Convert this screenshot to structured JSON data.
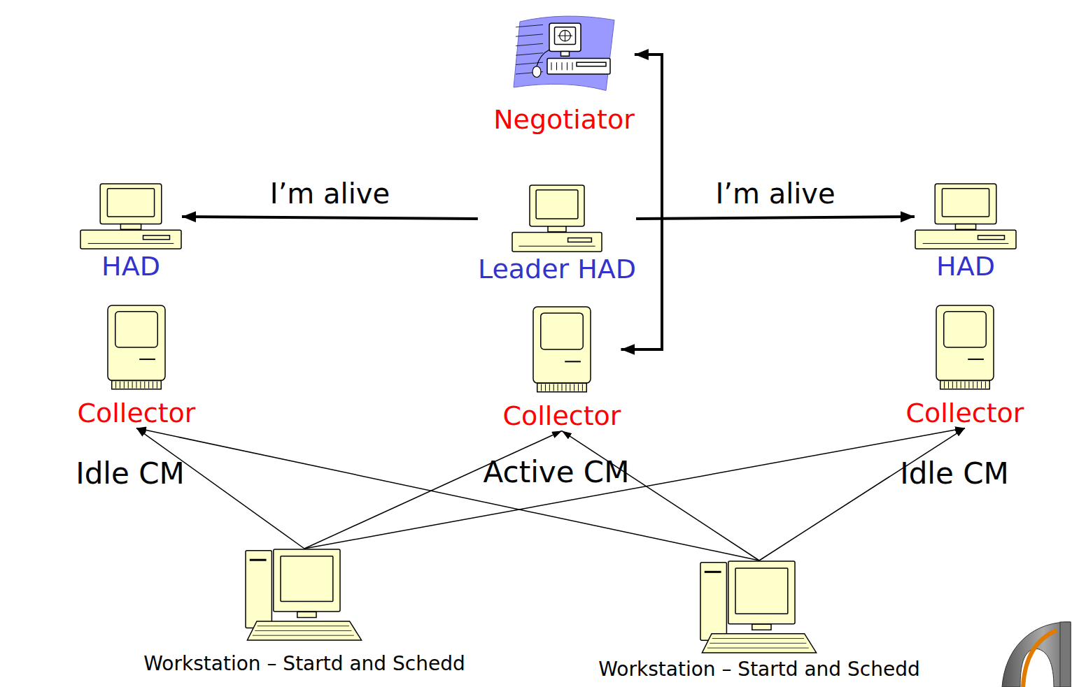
{
  "diagram": {
    "nodes": [
      {
        "text": [
          "Idle CM"
        ]
      },
      {
        "text": [
          "HAD"
        ],
        "in": 0
      },
      {
        "text": [
          "Collector"
        ],
        "in": 0
      },
      {
        "text": [
          "Active CM"
        ]
      },
      {
        "text": [
          "Negotiator"
        ],
        "in": 3
      },
      {
        "text": [
          "Leader HAD"
        ],
        "in": 3
      },
      {
        "text": [
          "Collector"
        ],
        "in": 3
      },
      {
        "text": [
          "Idle CM"
        ]
      },
      {
        "text": [
          "HAD"
        ],
        "in": 7
      },
      {
        "text": [
          "Collector"
        ],
        "in": 7
      },
      {
        "text": [
          "Workstation – Startd and Schedd"
        ]
      },
      {
        "text": [
          "Workstation – Startd and Schedd"
        ]
      }
    ],
    "edges": [
      {
        "from": 5,
        "to": 1,
        "label": "I’m alive",
        "arrow": "to"
      },
      {
        "from": 5,
        "to": 8,
        "label": "I’m alive",
        "arrow": "to"
      },
      {
        "from": 4,
        "to": 6,
        "arrow": "both"
      },
      {
        "from": 10,
        "to": 2,
        "arrow": "to"
      },
      {
        "from": 10,
        "to": 6,
        "arrow": "to"
      },
      {
        "from": 10,
        "to": 9,
        "arrow": "to"
      },
      {
        "from": 11,
        "to": 2,
        "arrow": "to"
      },
      {
        "from": 11,
        "to": 6,
        "arrow": "to"
      },
      {
        "from": 11,
        "to": 9,
        "arrow": "to"
      }
    ]
  }
}
